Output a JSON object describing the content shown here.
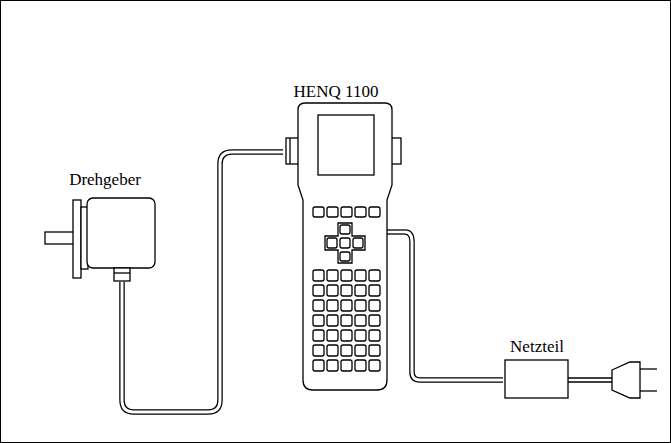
{
  "diagram": {
    "nodes": [
      {
        "text": [
          "Drehgeber"
        ]
      },
      {
        "text": [
          "HENQ 1100"
        ]
      },
      {
        "text": [
          "Netzteil"
        ]
      }
    ],
    "edges": [
      {
        "from": 0,
        "to": 1,
        "arrow": "none"
      },
      {
        "from": 1,
        "to": 2,
        "arrow": "none"
      }
    ]
  }
}
